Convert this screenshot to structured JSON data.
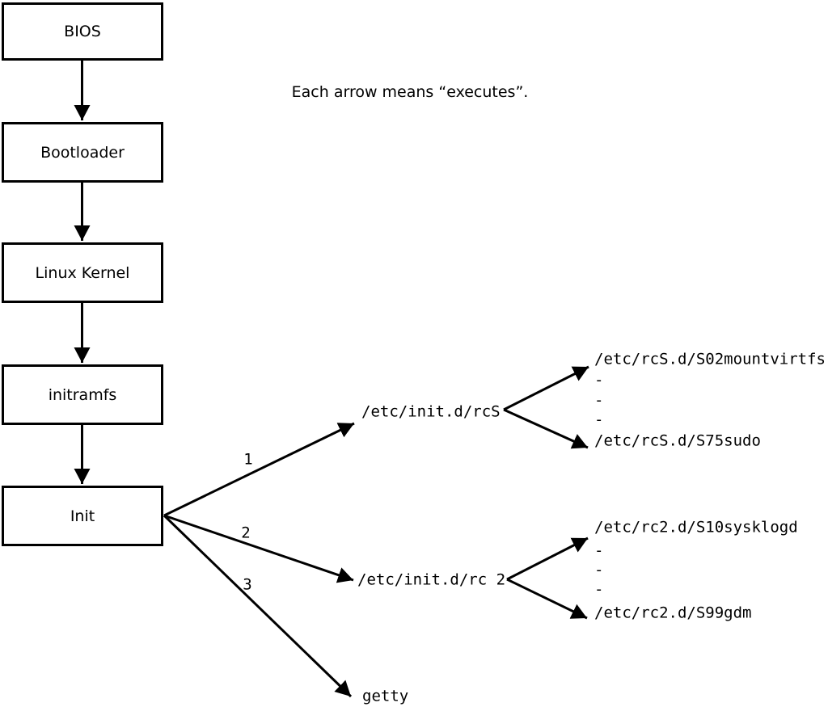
{
  "note": "Each arrow means “executes”.",
  "boxes": [
    {
      "label": "BIOS"
    },
    {
      "label": "Bootloader"
    },
    {
      "label": "Linux Kernel"
    },
    {
      "label": "initramfs"
    },
    {
      "label": "Init"
    }
  ],
  "init_edges": [
    {
      "label": "1",
      "target": "/etc/init.d/rcS"
    },
    {
      "label": "2",
      "target": "/etc/init.d/rc 2"
    },
    {
      "label": "3",
      "target": "getty"
    }
  ],
  "rcs_list": [
    "/etc/rcS.d/S02mountvirtfs",
    "-",
    "-",
    "-",
    "/etc/rcS.d/S75sudo"
  ],
  "rc2_list": [
    "/etc/rc2.d/S10sysklogd",
    "-",
    "-",
    "-",
    "/etc/rc2.d/S99gdm"
  ],
  "colors": {
    "ink": "#000000",
    "background": "#ffffff"
  }
}
